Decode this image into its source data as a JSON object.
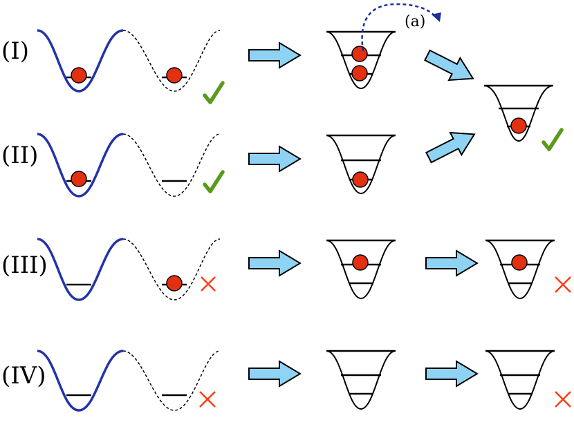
{
  "rows": [
    {
      "label": "(I)"
    },
    {
      "label": "(II)"
    },
    {
      "label": "(III)"
    },
    {
      "label": "(IV)"
    }
  ],
  "annotation": {
    "label": "(a)"
  },
  "icons": {
    "check": "check-icon",
    "cross": "cross-icon",
    "arrow": "arrow-right-icon",
    "particle": "particle-icon"
  },
  "colors": {
    "left_well": "#2233aa",
    "right_well": "#000000",
    "arrow_fill": "#8fd3f4",
    "particle": "#e23010",
    "check": "#5a9a1a",
    "cross": "#ff3b14",
    "tunnel_path": "#1c2f9a"
  }
}
